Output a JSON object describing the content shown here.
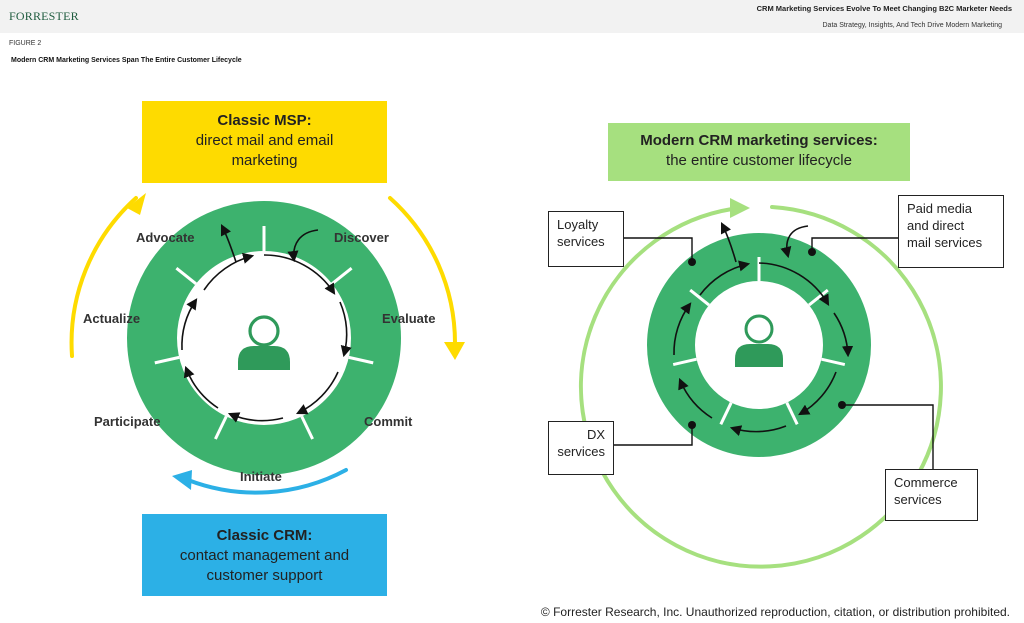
{
  "header": {
    "logo": "FORRESTER",
    "report_title": "CRM Marketing Services Evolve To Meet Changing B2C Marketer Needs",
    "report_subtitle": "Data Strategy, Insights, And Tech Drive Modern Marketing"
  },
  "figure": {
    "label": "FIGURE 2",
    "title": "Modern CRM Marketing Services Span The Entire Customer Lifecycle"
  },
  "left": {
    "msp_box": {
      "heading": "Classic MSP:",
      "line1": "direct mail and email",
      "line2": "marketing"
    },
    "crm_box": {
      "heading": "Classic CRM:",
      "line1": "contact management and",
      "line2": "customer support"
    },
    "stages": {
      "advocate": "Advocate",
      "discover": "Discover",
      "evaluate": "Evaluate",
      "commit": "Commit",
      "initiate": "Initiate",
      "participate": "Participate",
      "actualize": "Actualize"
    }
  },
  "right": {
    "modern_box": {
      "heading": "Modern CRM marketing services:",
      "line1": "the entire customer lifecycle"
    },
    "callouts": {
      "loyalty": {
        "line1": "Loyalty",
        "line2": "services"
      },
      "paid": {
        "line1": "Paid media",
        "line2": "and direct",
        "line3": "mail services"
      },
      "dx": {
        "line1": "DX",
        "line2": "services"
      },
      "commerce": {
        "line1": "Commerce",
        "line2": "services"
      }
    }
  },
  "colors": {
    "ring_green": "#3db26e",
    "msp_yellow": "#fedb00",
    "crm_blue": "#2cb0e6",
    "modern_green": "#a6e07f",
    "person": "#2f9a5a"
  },
  "icons": [
    "person-icon",
    "arrow-icon"
  ],
  "copyright": "© Forrester Research, Inc. Unauthorized reproduction, citation, or distribution prohibited."
}
